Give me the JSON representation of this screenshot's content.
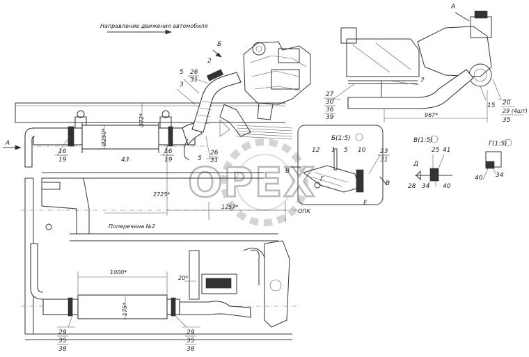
{
  "drawing": {
    "direction_caption": "Направление движения автомобиля",
    "section_labels": {
      "a_top": "А",
      "b_top": "Б",
      "a_left": "А",
      "e_letter": "Е",
      "v_left": "В",
      "v_right": "В",
      "g_mid": "Г",
      "d_view": "Д"
    },
    "views": {
      "b": "Б(1:5)",
      "v": "В(1:5)",
      "g": "Г(1:5)"
    },
    "dimensions": {
      "d372": "372*",
      "d250": "Ø250*",
      "d2725": "2725*",
      "d1257": "1257*",
      "d967": "967*",
      "d1000": "1000*",
      "d20": "20*",
      "d175": "175*"
    },
    "annotations": {
      "crossmember": "Поперечина №2",
      "opk": "ОПК"
    },
    "positions": {
      "p2": "2",
      "p3": "3",
      "p5a": "5",
      "p26a": "26",
      "p31a": "31",
      "p16a": "16",
      "p19a": "19",
      "p43": "43",
      "p16b": "16",
      "p19b": "19",
      "p5b": "5",
      "p26b": "26",
      "p31b": "31",
      "p27": "27",
      "p30": "30",
      "p36": "36",
      "p39": "39",
      "p7": "7",
      "p15": "15",
      "p20": "20",
      "p29w": "29 (4шт)",
      "p35r": "35",
      "p12": "12",
      "p1": "1",
      "p5c": "5",
      "p10": "10",
      "p23": "23",
      "p31c": "31",
      "p25": "25",
      "p41": "41",
      "p28": "28",
      "p34a": "34",
      "p40a": "40",
      "p40b": "40",
      "p34b": "34",
      "p29a": "29",
      "p35a": "35",
      "p38a": "38",
      "p29b": "29",
      "p35b": "35",
      "p38b": "38"
    },
    "watermark": "OPEX"
  }
}
